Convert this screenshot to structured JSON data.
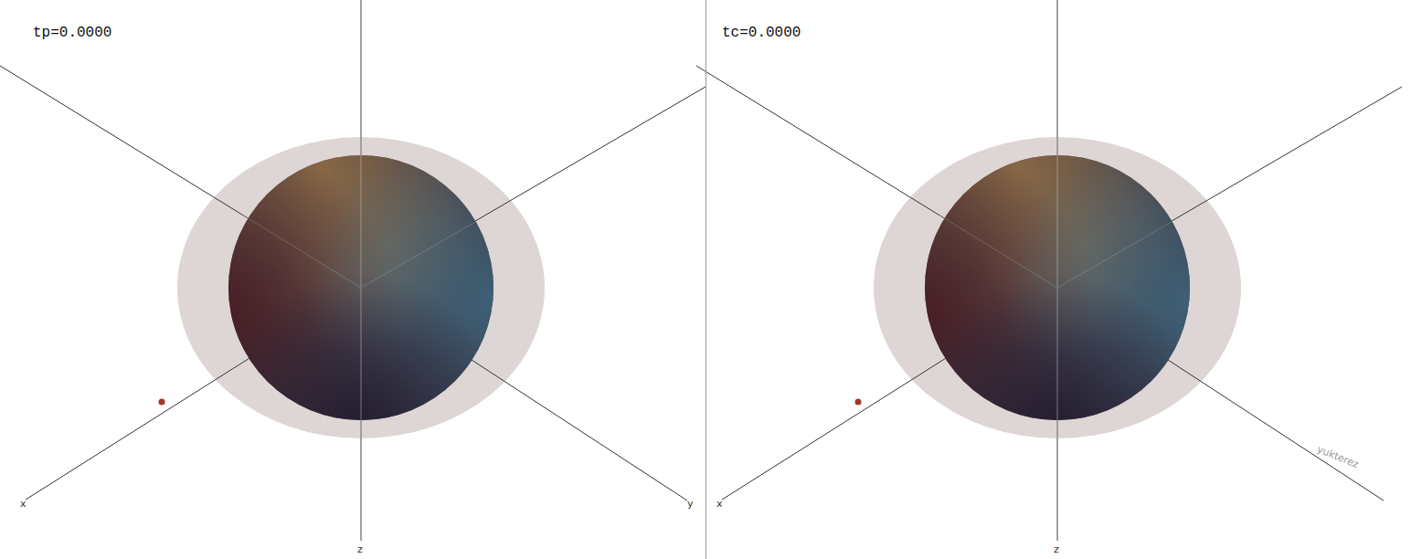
{
  "diagram": {
    "labels": [
      "tp=0.0000",
      "x",
      "y",
      "z",
      "tc=0.0000",
      "x",
      "z",
      "yukterez"
    ]
  }
}
